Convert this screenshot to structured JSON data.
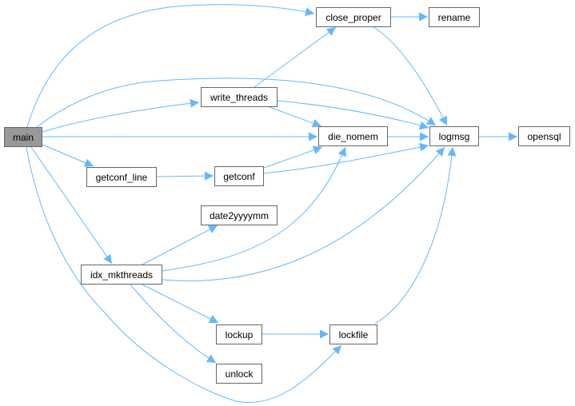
{
  "graph": {
    "type": "call-graph",
    "edge_color": "#63b8ff",
    "root_fill": "#999999",
    "nodes": {
      "main": "main",
      "close_proper": "close_proper",
      "rename": "rename",
      "write_threads": "write_threads",
      "die_nomem": "die_nomem",
      "logmsg": "logmsg",
      "opensql": "opensql",
      "getconf_line": "getconf_line",
      "getconf": "getconf",
      "date2yyyymm": "date2yyyymm",
      "idx_mkthreads": "idx_mkthreads",
      "lockup": "lockup",
      "lockfile": "lockfile",
      "unlock": "unlock"
    },
    "edges": [
      [
        "main",
        "close_proper"
      ],
      [
        "main",
        "logmsg"
      ],
      [
        "main",
        "write_threads"
      ],
      [
        "main",
        "die_nomem"
      ],
      [
        "main",
        "getconf_line"
      ],
      [
        "main",
        "idx_mkthreads"
      ],
      [
        "main",
        "lockfile"
      ],
      [
        "write_threads",
        "close_proper"
      ],
      [
        "write_threads",
        "logmsg"
      ],
      [
        "write_threads",
        "die_nomem"
      ],
      [
        "close_proper",
        "rename"
      ],
      [
        "close_proper",
        "logmsg"
      ],
      [
        "die_nomem",
        "logmsg"
      ],
      [
        "logmsg",
        "opensql"
      ],
      [
        "getconf_line",
        "getconf"
      ],
      [
        "getconf",
        "die_nomem"
      ],
      [
        "getconf",
        "logmsg"
      ],
      [
        "idx_mkthreads",
        "date2yyyymm"
      ],
      [
        "idx_mkthreads",
        "die_nomem"
      ],
      [
        "idx_mkthreads",
        "logmsg"
      ],
      [
        "idx_mkthreads",
        "lockup"
      ],
      [
        "idx_mkthreads",
        "unlock"
      ],
      [
        "lockfile",
        "logmsg"
      ],
      [
        "lockup",
        "lockfile"
      ]
    ]
  }
}
